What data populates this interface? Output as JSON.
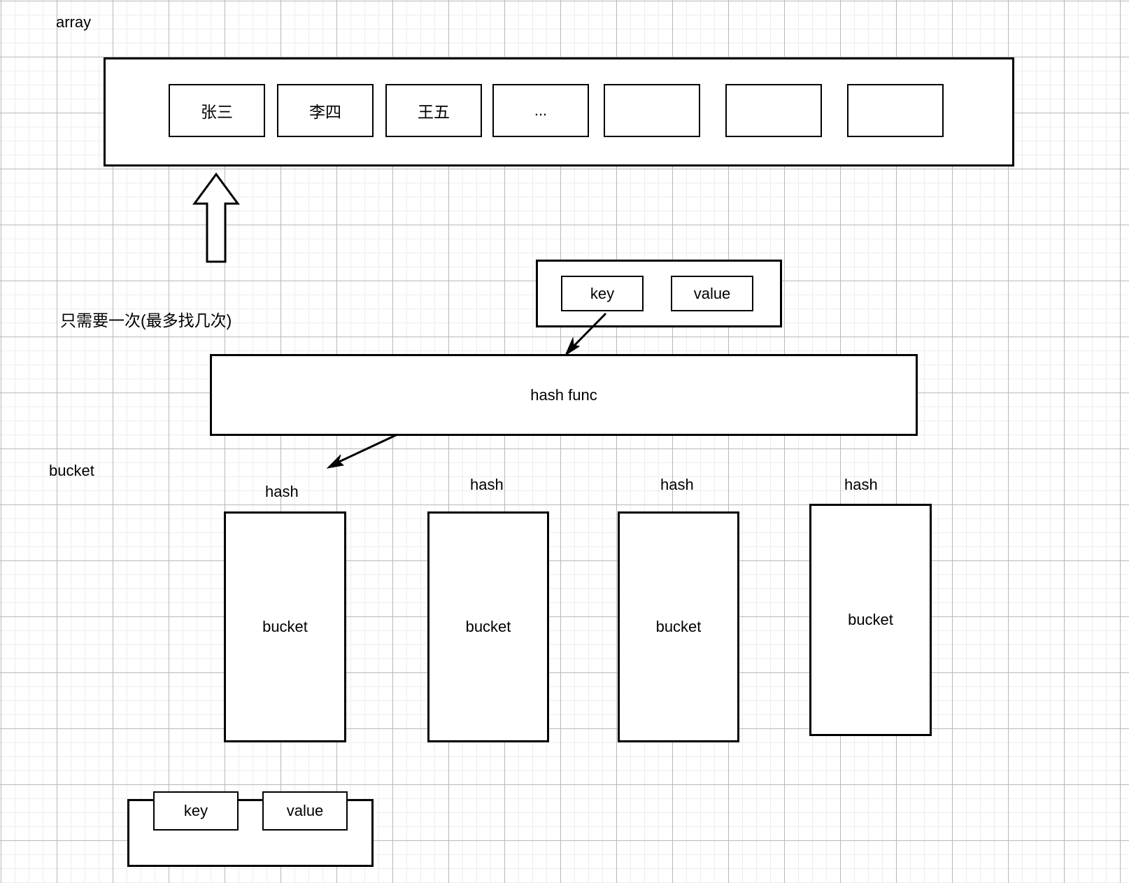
{
  "diagram": {
    "title": "hash map structure",
    "stroke_color": "#000000",
    "grid_minor_color": "#ededed",
    "grid_major_color": "#b8b8b8",
    "background": "#ffffff"
  },
  "labels": {
    "array": "array",
    "note_lookup": "只需要一次(最多找几次)",
    "bucket_caption": "bucket"
  },
  "array": {
    "cells": [
      {
        "text": "张三"
      },
      {
        "text": "李四"
      },
      {
        "text": "王五"
      },
      {
        "text": "..."
      },
      {
        "text": ""
      },
      {
        "text": ""
      },
      {
        "text": ""
      }
    ]
  },
  "entry_top": {
    "key": "key",
    "value": "value"
  },
  "hash_func": {
    "label": "hash func"
  },
  "buckets": [
    {
      "hash_label": "hash",
      "label": "bucket"
    },
    {
      "hash_label": "hash",
      "label": "bucket"
    },
    {
      "hash_label": "hash",
      "label": "bucket"
    },
    {
      "hash_label": "hash",
      "label": "bucket"
    }
  ],
  "entry_bottom": {
    "key": "key",
    "value": "value"
  }
}
